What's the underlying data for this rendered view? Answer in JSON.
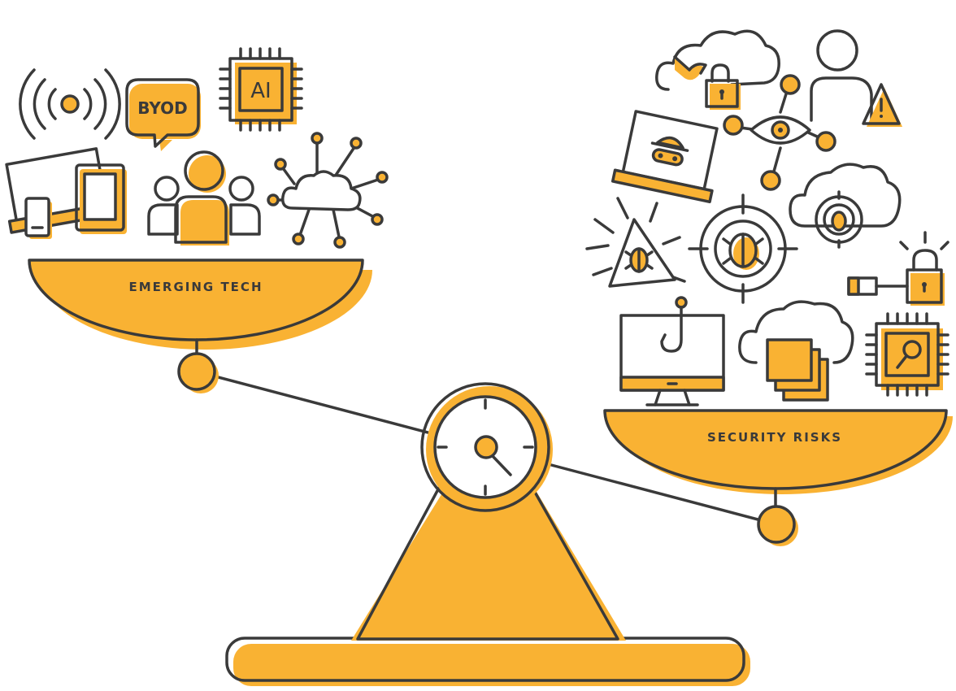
{
  "left_pan": {
    "label": "EMERGING TECH",
    "icons": [
      "wireless-signal-icon",
      "byod-speech-bubble-icon",
      "ai-chip-icon",
      "devices-icon",
      "user-group-icon",
      "cloud-network-icon"
    ],
    "byod_text": "BYOD",
    "ai_text": "AI"
  },
  "right_pan": {
    "label": "SECURITY RISKS",
    "icons": [
      "cloud-wrench-icon",
      "padlock-icon",
      "alert-user-icon",
      "surveillance-eye-network-icon",
      "hacker-laptop-icon",
      "cloud-bug-target-icon",
      "warning-bug-icon",
      "bug-target-icon",
      "battery-lock-icon",
      "phishing-monitor-icon",
      "cloud-data-stack-icon",
      "chip-search-icon"
    ]
  },
  "colors": {
    "accent": "#F9B233",
    "stroke": "#3A3A3A",
    "background": "#FFFFFF"
  }
}
